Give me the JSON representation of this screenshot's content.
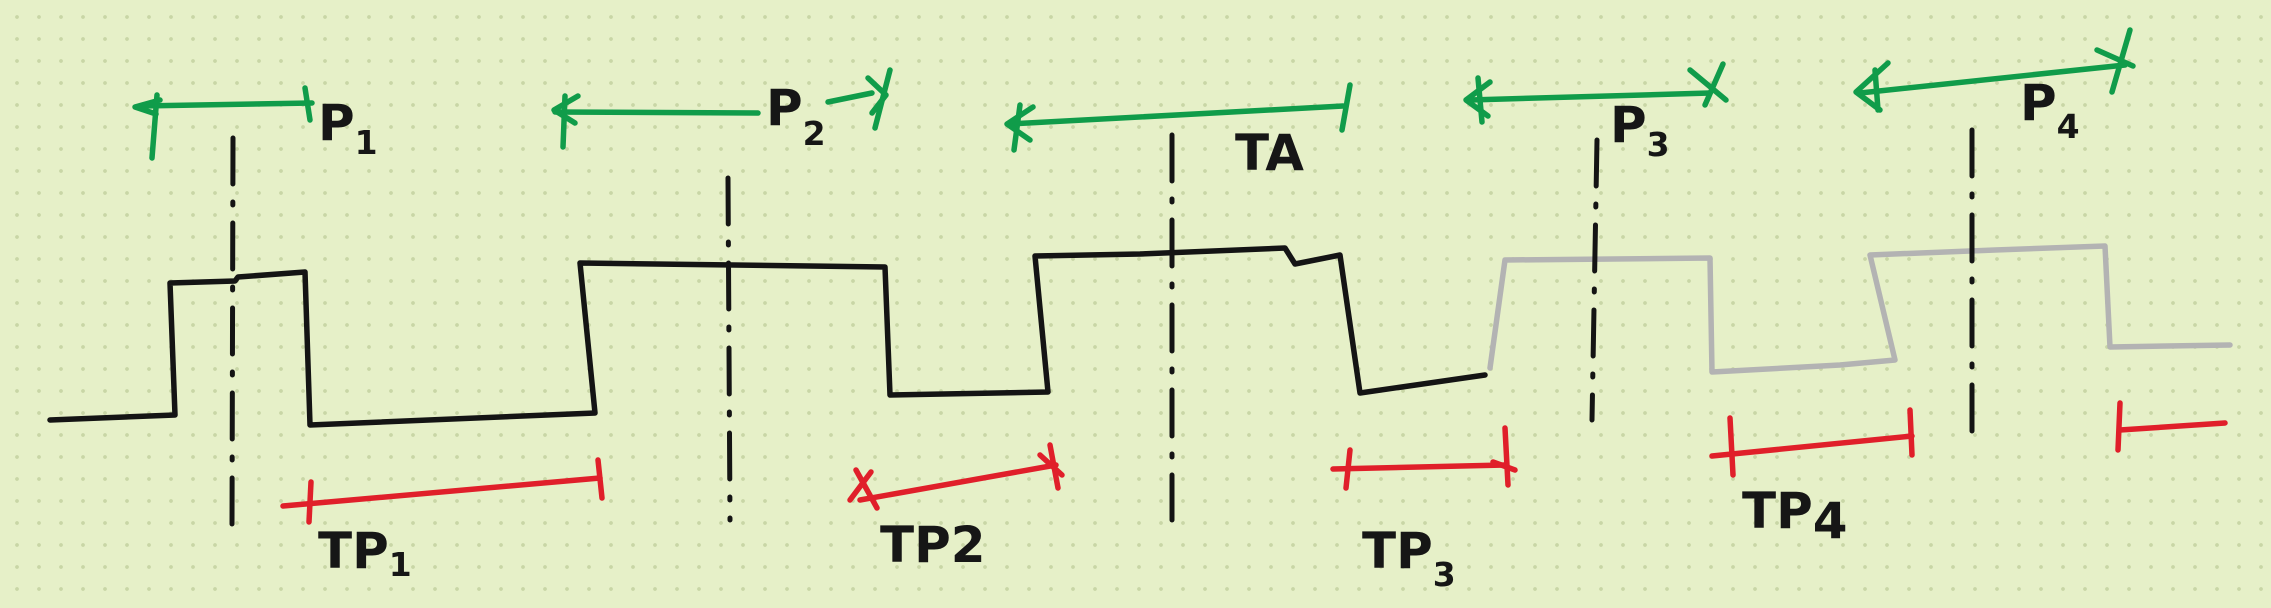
{
  "colors": {
    "background": "#e6f0c8",
    "signal_active": "#141414",
    "signal_future": "#b3b3b3",
    "period_marker": "#109c4a",
    "pulse_marker": "#e01f2a",
    "center_line": "#141414"
  },
  "labels": {
    "p1": {
      "letter": "P",
      "index": "1"
    },
    "p2": {
      "letter": "P",
      "index": "2"
    },
    "ta": "TA",
    "p3": {
      "letter": "P",
      "index": "3"
    },
    "p4": {
      "letter": "P",
      "index": "4"
    },
    "tp1": {
      "letter": "TP",
      "index": "1"
    },
    "tp2": {
      "letter": "TP",
      "index": "2"
    },
    "tp3": {
      "letter": "TP",
      "index": "3"
    },
    "tp4": {
      "letter": "TP",
      "index": "4"
    }
  }
}
